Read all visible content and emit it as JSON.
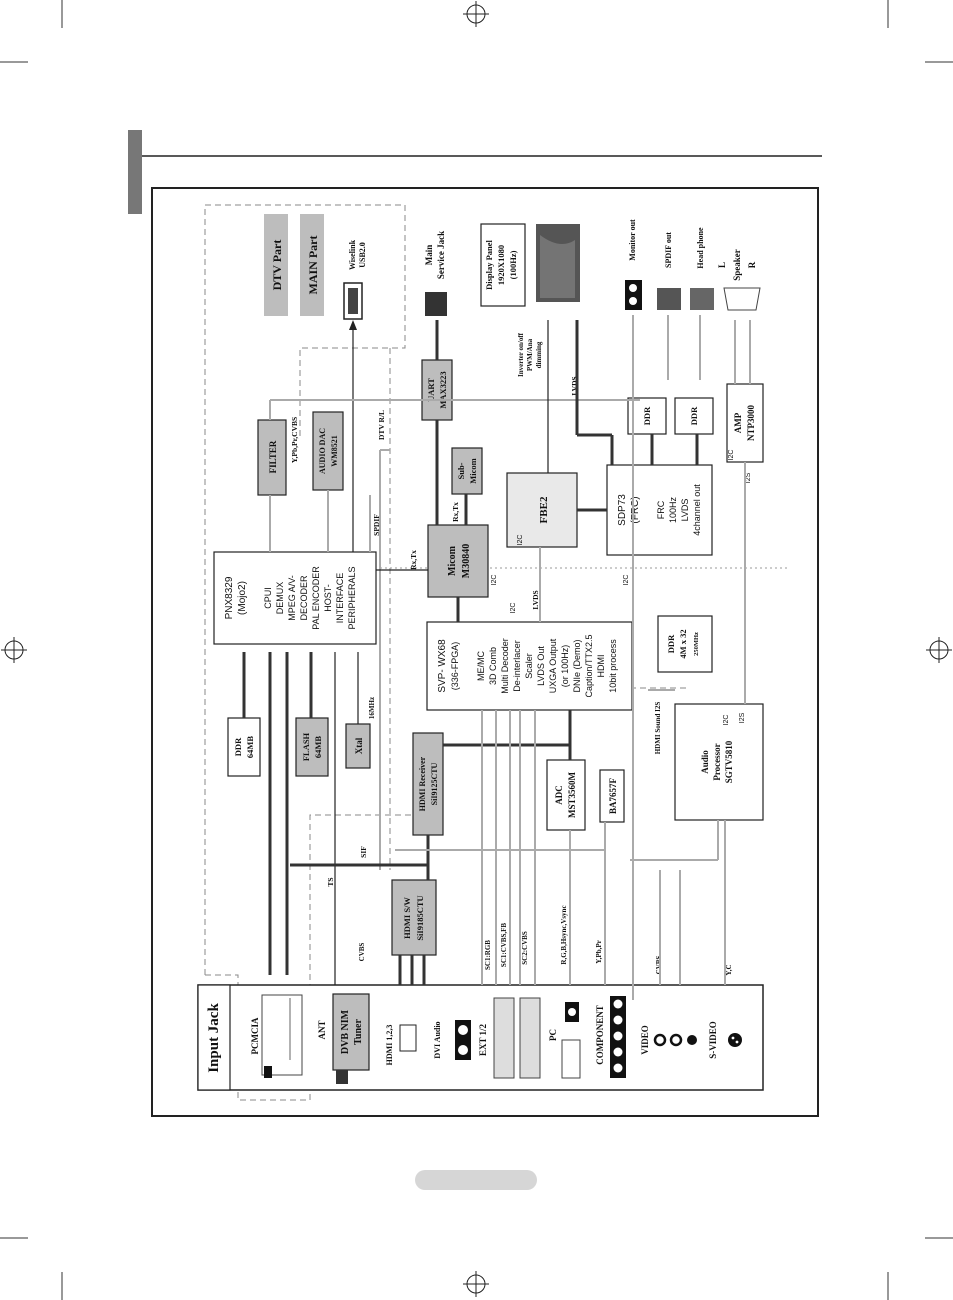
{
  "diagram": {
    "input_jack_title": "Input Jack",
    "dtv_part": "DTV Part",
    "main_part": "MAIN Part",
    "wiselink": [
      "Wiselink",
      "USB2.0"
    ],
    "main_service_jack": [
      "Main",
      "Service Jack"
    ],
    "display_panel": [
      "Display Panel",
      "1920X1080",
      "(100Hz)"
    ],
    "inverter": [
      "Inverter on/off",
      "PWM/Ana",
      "dimming"
    ],
    "monitor_out": "Monitor out",
    "spdif_out": "SPDIF out",
    "head_phone": "Head phone",
    "speaker": [
      "L",
      "Speaker",
      "R"
    ],
    "filter": "FILTER",
    "ypbpr_cvbs": "Y,Pb,Pr,CVBS",
    "audio_dac": [
      "AUDIO DAC",
      "WM8521"
    ],
    "dtv_rl": "DTV R/L",
    "spdif": "SPDIF",
    "uart": [
      "UART",
      "MAX3223"
    ],
    "sub_micom": [
      "Sub-",
      "Micom"
    ],
    "rx_tx": "Rx,Tx",
    "micom": [
      "Micom",
      "M30840"
    ],
    "fbe2": "FBE2",
    "lvds": "LVDS",
    "i2c": "I2C",
    "i2s": "I2S",
    "ddr_small": "DDR",
    "sdp73": [
      "SDP73",
      "(FRC)",
      "FRC",
      "100Hz",
      "LVDS",
      "4channel out"
    ],
    "amp": [
      "AMP",
      "NTP3000"
    ],
    "pnx": [
      "PNX8329",
      "(Mojo2)",
      "CPUI",
      "DEMUX",
      "MPEG A/V-",
      "DECODER",
      "PAL ENCODER",
      "HOST-",
      "INTERFACE",
      "PERIPHERALS"
    ],
    "svp": [
      "SVP- WX68",
      "(336-FPGA)",
      "ME/MC",
      "3D Comb",
      "Multi Decoder",
      "De-interlacer",
      "Scaler",
      "LVDS Out",
      "UXGA Output",
      "(or 100Hz)",
      "DNIe (Demo)",
      "Caption/TTX2.5",
      "HDMI",
      "10bit process"
    ],
    "ddr_4m": [
      "DDR",
      "4M x 32",
      "250MHz"
    ],
    "hdmi_sound_i2s": "HDMI Sound I2S",
    "audio_proc": [
      "Audio",
      "Processor",
      "SGTV5810"
    ],
    "ddr_64": [
      "DDR",
      "64MB"
    ],
    "flash_64": [
      "FLASH",
      "64MB"
    ],
    "xtal": "Xtal",
    "mhz16": "16MHz",
    "hdmi_receiver": [
      "HDMI Receiver",
      "SiI9125CTU"
    ],
    "adc": [
      "ADC",
      "MST3560M"
    ],
    "ba": "BA7657F",
    "sif": "SIF",
    "ts": "TS",
    "hdmi_sw": [
      "HDMI S/W",
      "SiI9185CTU"
    ],
    "cvbs": "CVBS",
    "sc1_rgb": "SC1:RGB",
    "sc1_cvbs_fb": "SC1:CVBS,FB",
    "sc2_cvbs": "SC2:CVBS",
    "rgb_hsync": "R,G,B,Hsync,Vsync",
    "y_pb_pr": "Y,Pb,Pr",
    "cvbs2": "CVBS",
    "y_c": "Y,C",
    "pcmcia": "PCMCIA",
    "ant": "ANT",
    "dvb_tuner": [
      "DVB NIM",
      "Tuner"
    ],
    "hdmi123": "HDMI 1,2,3",
    "dvi_audio": "DVI Audio",
    "ext": "EXT 1/2",
    "pc": "PC",
    "component": "COMPONENT",
    "video": "VIDEO",
    "svideo": "S-VIDEO"
  }
}
